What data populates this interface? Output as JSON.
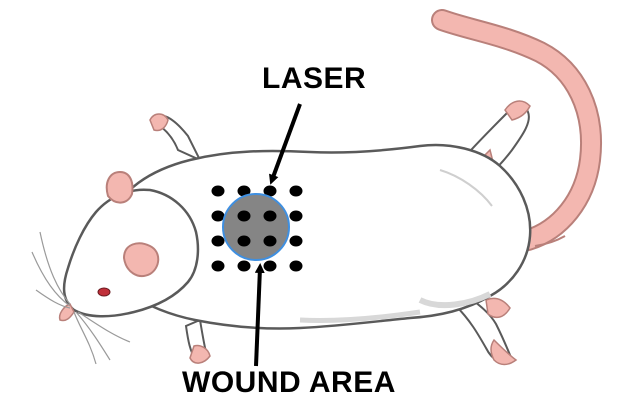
{
  "labels": {
    "laser": "LASER",
    "wound_area": "WOUND AREA"
  },
  "colors": {
    "body_fill": "#ffffff",
    "outline": "#5a5a5a",
    "shadow": "#d8d8d8",
    "pink": "#f3b7b0",
    "pink_outline": "#b9807a",
    "wound": "#858585",
    "wound_border": "#3f8fe0",
    "dots": "#000000",
    "eye": "#c0303a"
  },
  "icons": {
    "subject": "mouse-illustration",
    "pointer": "arrow-icon"
  }
}
